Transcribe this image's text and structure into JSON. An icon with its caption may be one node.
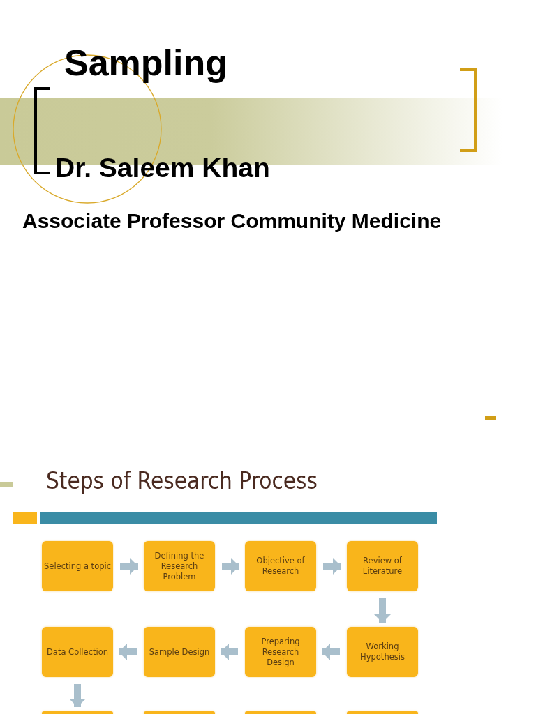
{
  "diagram": {
    "title": "Sampling",
    "nodes": [
      {
        "text": [
          "Selecting a topic"
        ]
      },
      {
        "text": [
          "Defining the Research Problem"
        ]
      },
      {
        "text": [
          "Objective of Research"
        ]
      },
      {
        "text": [
          "Review of Literature"
        ]
      },
      {
        "text": [
          "Working Hypothesis"
        ]
      },
      {
        "text": [
          "Preparing Research Design"
        ]
      },
      {
        "text": [
          "Sample Design"
        ]
      },
      {
        "text": [
          "Data Collection"
        ]
      },
      {
        "text": [],
        "shape": "box"
      },
      {
        "text": [],
        "shape": "box"
      },
      {
        "text": [],
        "shape": "box"
      },
      {
        "text": [],
        "shape": "box"
      }
    ],
    "edges": [
      {
        "from": 0,
        "to": 1,
        "arrow": "to"
      },
      {
        "from": 1,
        "to": 2,
        "arrow": "to"
      },
      {
        "from": 2,
        "to": 3,
        "arrow": "to"
      },
      {
        "from": 3,
        "to": 4,
        "arrow": "to"
      },
      {
        "from": 4,
        "to": 5,
        "arrow": "to"
      },
      {
        "from": 5,
        "to": 6,
        "arrow": "to"
      },
      {
        "from": 6,
        "to": 7,
        "arrow": "to"
      },
      {
        "from": 7,
        "to": 8,
        "arrow": "to"
      }
    ],
    "labels": [
      "Dr. Saleem Khan",
      "Associate Professor Community Medicine",
      "Steps of Research Process"
    ]
  }
}
